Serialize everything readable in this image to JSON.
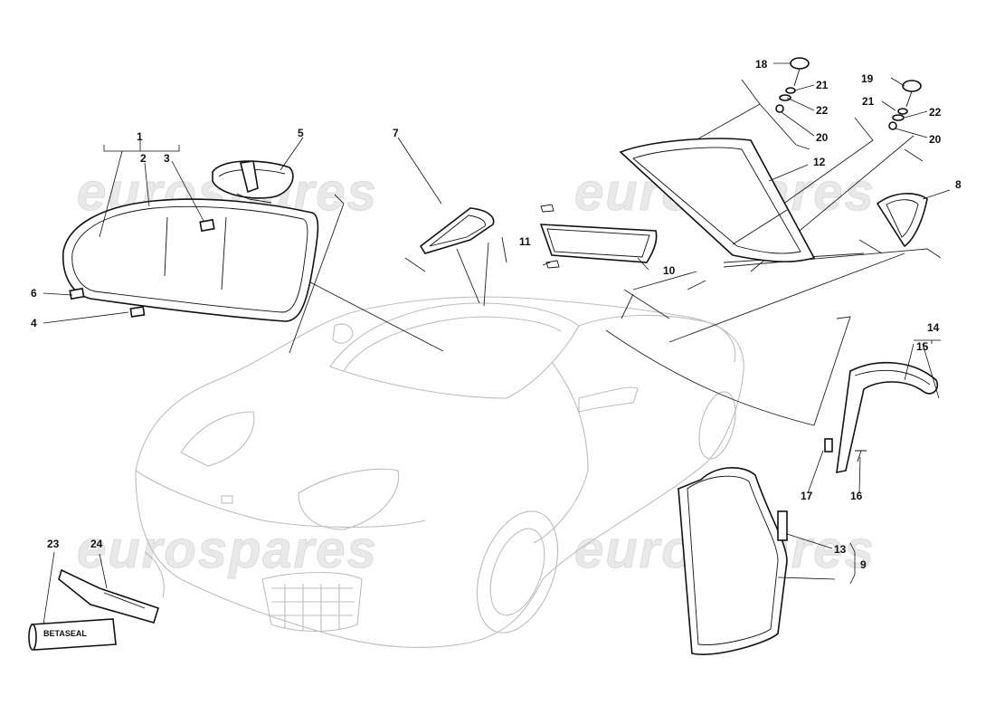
{
  "watermark": "eurospares",
  "callouts": {
    "c1": "1",
    "c2": "2",
    "c3": "3",
    "c4": "4",
    "c5": "5",
    "c6": "6",
    "c7": "7",
    "c8": "8",
    "c9": "9",
    "c10": "10",
    "c11": "11",
    "c12": "12",
    "c13": "13",
    "c14": "14",
    "c15": "15",
    "c16": "16",
    "c17": "17",
    "c18": "18",
    "c19": "19",
    "c20a": "20",
    "c20b": "20",
    "c21a": "21",
    "c21b": "21",
    "c22a": "22",
    "c22b": "22",
    "c23": "23",
    "c24": "24"
  },
  "tube_label": "BETASEAL",
  "colors": {
    "ink": "#111111",
    "car_outline": "#bdbdbd",
    "watermark": "#e9e9e9"
  }
}
